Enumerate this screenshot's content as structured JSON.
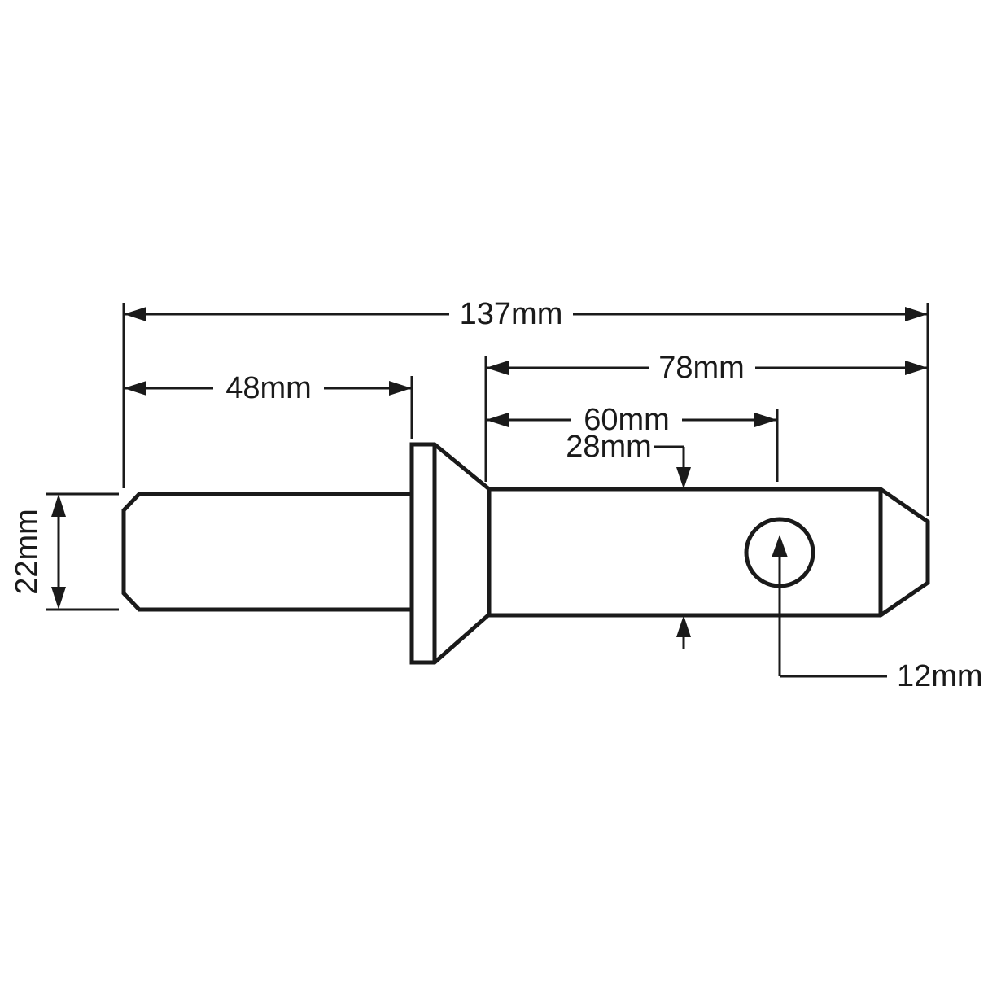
{
  "diagram": {
    "type": "technical-drawing",
    "subject": "Stepped implement pin with collar and cross-hole, dimensioned side view",
    "units": "mm",
    "labels": {
      "overall_length": "137mm",
      "shaft_a_length": "48mm",
      "shaft_b_length": "78mm",
      "hole_offset": "60mm",
      "shaft_b_diameter": "28mm",
      "shaft_a_diameter": "22mm",
      "hole_diameter": "12mm"
    },
    "colors": {
      "line": "#1a1a1a",
      "background": "#ffffff"
    }
  }
}
